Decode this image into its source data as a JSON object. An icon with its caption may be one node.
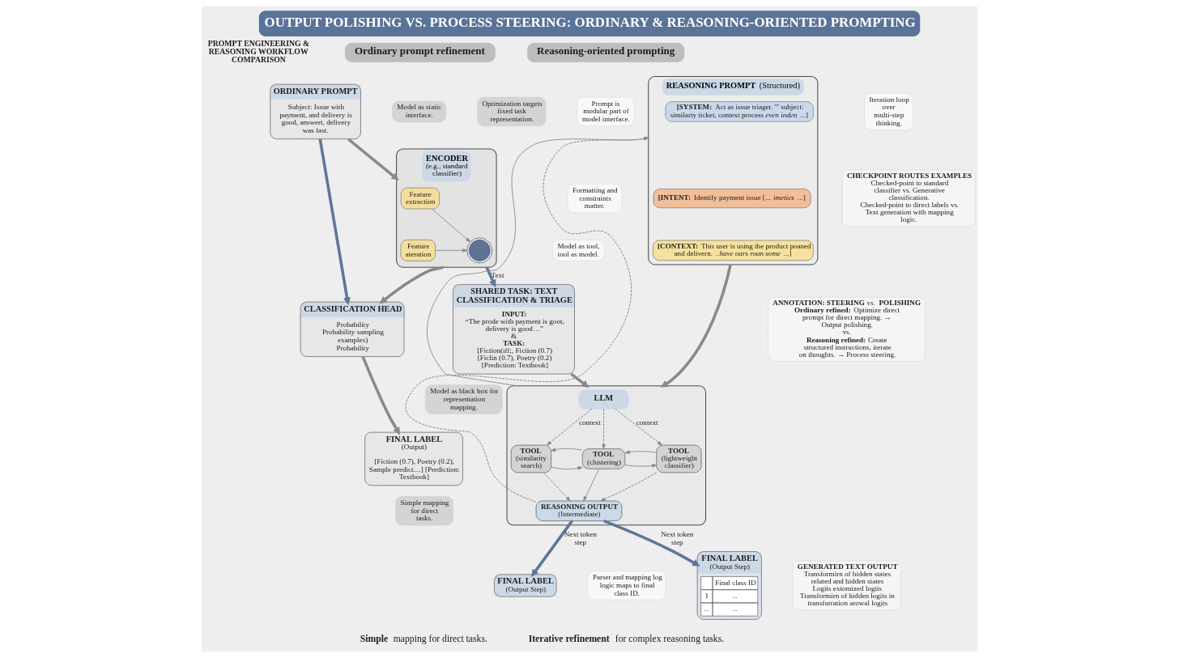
{
  "diagram": {
    "title": "OUTPUT POLISHING VS. PROCESS STEERING: ORDINARY & REASONING-ORIENTED PROMPTING",
    "nodes": [
      {
        "text": [
          "Ordinary prompt refinement"
        ]
      },
      {
        "text": [
          "Reasoning-oriented prompting"
        ]
      },
      {
        "text": [
          "ORDINARY PROMPT",
          "Subject: Issue with payment, and delivery is good, answert, delivery was fast."
        ]
      },
      {
        "text": [
          "Model as static interface."
        ]
      },
      {
        "text": [
          "Optimization targets fixed task representation."
        ]
      },
      {
        "text": [
          "ENCODER",
          "(e.g., standard classifier)"
        ]
      },
      {
        "text": [
          "Feature extraction"
        ],
        "in": 5
      },
      {
        "text": [
          "Feature ateration"
        ],
        "in": 5
      },
      {
        "text": [],
        "shape": "picture",
        "in": 5
      },
      {
        "text": [
          "SHARED TASK: TEXT CLASSIFICATION & TRIAGE",
          "INPUT:",
          "“The prode with payment is goot, delivery is good…”",
          "&",
          "TASK:",
          "[Fiction(ıff;, Fiction (0.7) [Ficlin (0.7), Poetry (0.2) [Prediction: Textbook]"
        ]
      },
      {
        "text": [
          "CLASSIFICATION HEAD",
          "Probability",
          "Probability sampling examples)",
          "Probability"
        ]
      },
      {
        "text": [
          "Model as black box for representation mapping."
        ]
      },
      {
        "text": [
          "Simple mapping for direct tasks."
        ]
      },
      {
        "text": [
          "FINAL LABEL",
          "(Output)",
          "[Fiction (0.7), Poetry (0.2), Sample predict....] [Prediction: Textbook]"
        ]
      },
      {
        "text": [
          "Prompt is modular part of model interface."
        ]
      },
      {
        "text": [
          "Formatting and constraints matter."
        ]
      },
      {
        "text": [
          "**REASONING PROMPT** (Structured)"
        ]
      },
      {
        "text": [
          "**[SYSTEM:** Act as issue triager. '\" subject: similarty ticket, context process *even inden* ...]"
        ],
        "in": 16
      },
      {
        "text": [
          "**[INTENT:** Identify payment issue [... *imeties* ...]"
        ],
        "in": 16
      },
      {
        "text": [
          "**[CONTEXT:** This user is using the product poaned and delivern. *..have oars roan some* ...]"
        ],
        "in": 16
      },
      {
        "text": [
          "Iteration loop over multi-step thinking."
        ]
      },
      {
        "text": [
          "LLM"
        ]
      },
      {
        "text": [
          "Model as tool, tool as model."
        ]
      },
      {
        "text": [
          "TOOL",
          "(similarity search)"
        ],
        "in": 21
      },
      {
        "text": [
          "TOOL",
          "(clustering)"
        ],
        "in": 21
      },
      {
        "text": [
          "TOOL",
          "(lightweight classifier)"
        ],
        "in": 21
      },
      {
        "text": [
          "REASONING OUTPUT",
          "(Intermediate)"
        ],
        "in": 21
      },
      {
        "text": [
          "FINAL LABEL",
          "(Output Step)"
        ]
      },
      {
        "text": [
          "Parser and mapping log logic maps to final class ID."
        ]
      },
      {
        "text": [
          "FINAL LABEL",
          "(Output Step)",
          "Final class ID",
          "1",
          "...",
          "...",
          "..."
        ]
      },
      {
        "text": [
          "CHECKPOINT ROUTES EXAMPLES",
          "Checked-point to standard classifier vs. Generative classification.",
          "Checked-point to direct labels vs. Text generation with mapping logic."
        ]
      },
      {
        "text": [
          "**ANNOTATION: STEERING** vs. **POLISHING**",
          "**Ordinary refined:** Optimize direct prompt for direct mapping. → Output polishing.",
          "vs.",
          "**Reasoning refined:** Create structured instructions, iterate on thoughts. → Process steering."
        ]
      },
      {
        "text": [
          "GENERATED TEXT OUTPUT",
          "Transformirn of hidden states related and hidden states",
          "Logits extomized logits",
          "Transformirn of hidden logits in transfurration arowal logits"
        ]
      }
    ],
    "edges": [
      {
        "from": 2,
        "to": 5,
        "arrow": "to",
        "style": "thick"
      },
      {
        "from": 6,
        "to": 8,
        "arrow": "to"
      },
      {
        "from": 7,
        "to": 8,
        "arrow": "to"
      },
      {
        "from": 5,
        "to": 9,
        "arrow": "to",
        "label": "Text",
        "style": "thick",
        "color": "#5e7799"
      },
      {
        "from": 5,
        "to": 10,
        "arrow": "to",
        "style": "thick"
      },
      {
        "from": 2,
        "to": 10,
        "arrow": "to",
        "style": "thick",
        "color": "#5e7799"
      },
      {
        "from": 10,
        "to": 13,
        "arrow": "to",
        "style": "thick"
      },
      {
        "from": 9,
        "to": 21,
        "arrow": "to",
        "style": "thick"
      },
      {
        "from": 16,
        "to": 21,
        "arrow": "to",
        "style": "thick"
      },
      {
        "from": 21,
        "to": 23,
        "arrow": "to",
        "label": "context",
        "style": "dashed"
      },
      {
        "from": 21,
        "to": 24,
        "arrow": "to",
        "style": "dashed"
      },
      {
        "from": 21,
        "to": 25,
        "arrow": "to",
        "label": "context",
        "style": "dashed"
      },
      {
        "from": 23,
        "to": 24,
        "arrow": "to"
      },
      {
        "from": 24,
        "to": 23,
        "arrow": "to"
      },
      {
        "from": 24,
        "to": 25,
        "arrow": "to"
      },
      {
        "from": 25,
        "to": 24,
        "arrow": "to"
      },
      {
        "from": 23,
        "to": 26,
        "arrow": "to",
        "style": "dashed"
      },
      {
        "from": 24,
        "to": 26,
        "arrow": "to"
      },
      {
        "from": 25,
        "to": 26,
        "arrow": "to",
        "style": "dashed"
      },
      {
        "from": 21,
        "to": 16,
        "arrow": "to"
      },
      {
        "from": 26,
        "to": 16,
        "arrow": "to",
        "style": "dashed"
      },
      {
        "from": 26,
        "to": 27,
        "arrow": "to",
        "label": "Next token step",
        "style": "thick",
        "color": "#5e7799"
      },
      {
        "from": 26,
        "to": 29,
        "arrow": "to",
        "label": "Next token step",
        "style": "thick",
        "color": "#5e7799"
      }
    ],
    "labels": [
      "PROMPT ENGINEERING & REASONING WORKFLOW COMPARISON",
      "**Simple** mapping for direct tasks.",
      "**Iterative refinement** for complex reasoning tasks."
    ]
  }
}
